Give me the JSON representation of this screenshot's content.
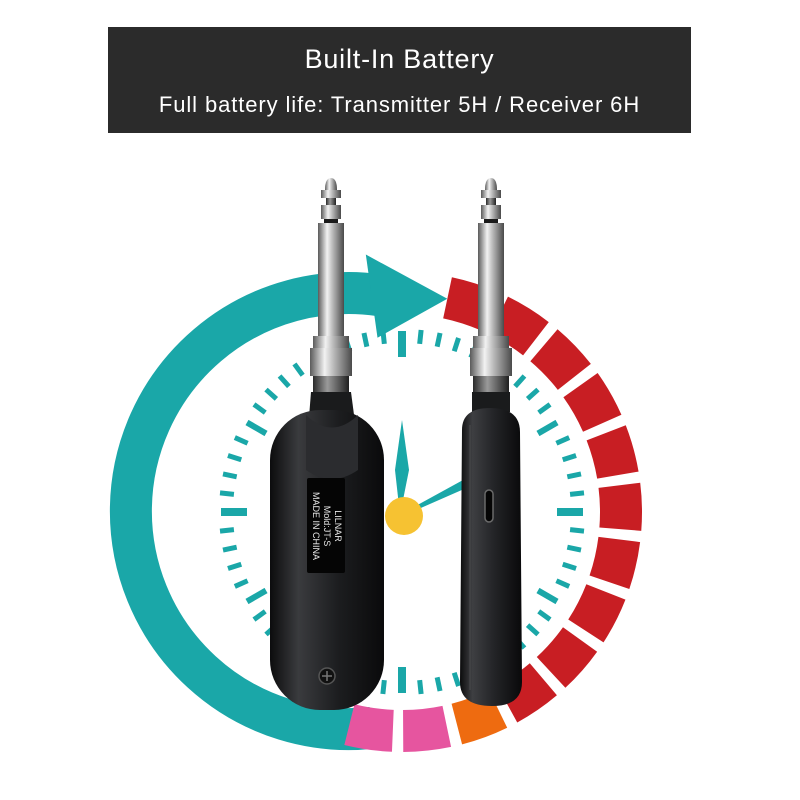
{
  "banner": {
    "title": "Built-In Battery",
    "subtitle": "Full battery life: Transmitter 5H / Receiver 6H"
  },
  "transmitter": {
    "label_lines": [
      "LILNAR",
      "Mold:JT-S",
      "MADE IN CHINA"
    ]
  },
  "colors": {
    "banner_bg": "#2b2b2b",
    "teal": "#1aa7a8",
    "red": "#c81e23",
    "orange": "#ee6b10",
    "pink": "#e6559f",
    "hub_yellow": "#f6c232",
    "device_body": "#1e1f21"
  },
  "icons": [
    "clock-dial",
    "circular-arrow-icon",
    "battery-segments",
    "guitar-jack-plug",
    "usb-c-port-icon",
    "screw-icon"
  ]
}
